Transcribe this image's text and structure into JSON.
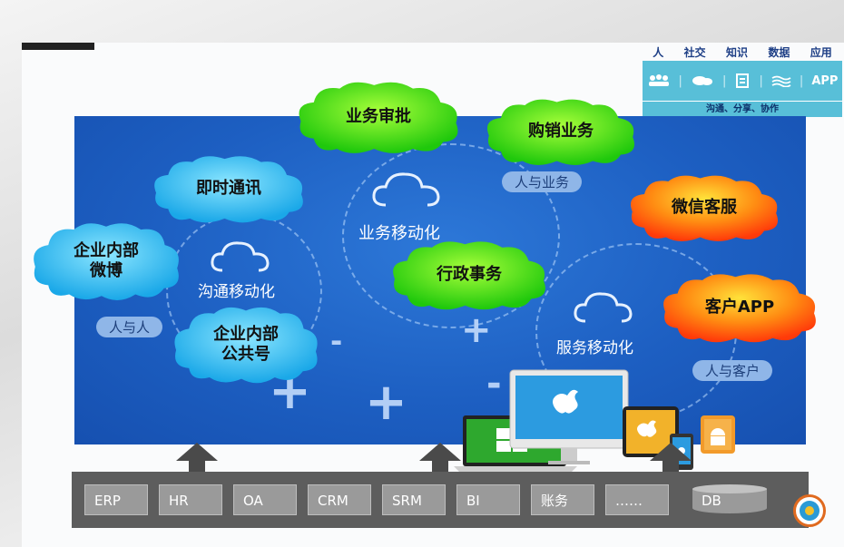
{
  "nav": {
    "tabs": [
      "人",
      "社交",
      "知识",
      "数据",
      "应用"
    ],
    "app_label": "APP",
    "subtitle": "沟通、分享、协作"
  },
  "domains": {
    "communication": {
      "label": "沟通移动化",
      "relation": "人与人"
    },
    "business": {
      "label": "业务移动化",
      "relation": "人与业务"
    },
    "service": {
      "label": "服务移动化",
      "relation": "人与客户"
    }
  },
  "bubbles": {
    "approval": "业务审批",
    "purchase_sales": "购销业务",
    "instant_messaging": "即时通讯",
    "internal_weibo_line1": "企业内部",
    "internal_weibo_line2": "微博",
    "internal_account_line1": "企业内部",
    "internal_account_line2": "公共号",
    "admin": "行政事务",
    "wechat_service": "微信客服",
    "customer_app": "客户APP"
  },
  "colors": {
    "panel_blue": "#1d5fc2",
    "blue_cloud": "#29b9f0",
    "green_cloud": "#3fe01a",
    "orange_cloud": "#ff5a0a"
  },
  "systems": [
    "ERP",
    "HR",
    "OA",
    "CRM",
    "SRM",
    "BI",
    "账务",
    "……",
    "DB"
  ]
}
